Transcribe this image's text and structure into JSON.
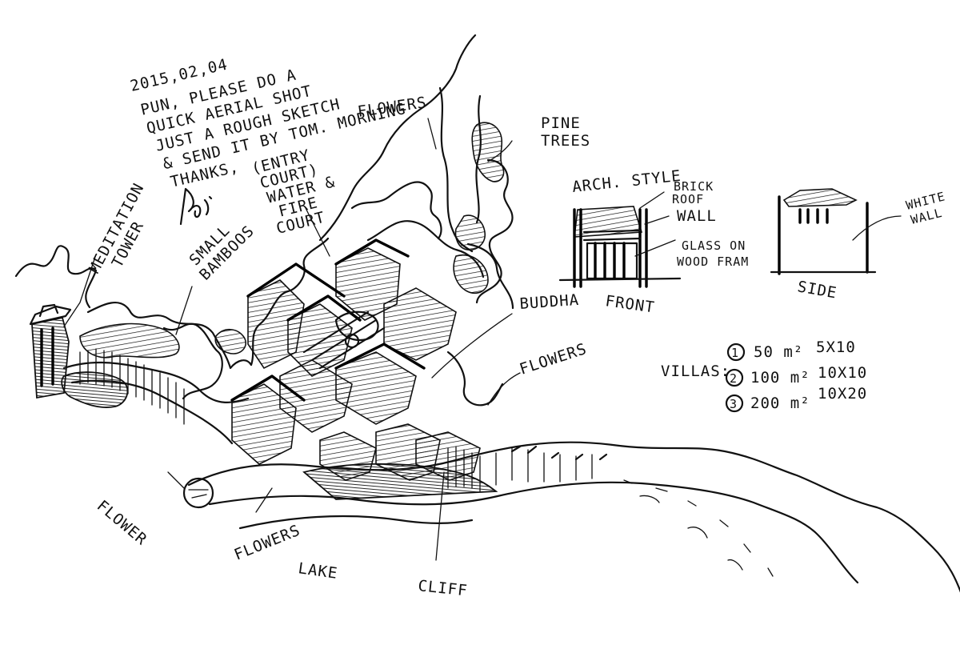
{
  "note": {
    "date": "2015,02,04",
    "lines": [
      "PUN, PLEASE DO A",
      "QUICK AERIAL SHOT",
      "JUST A ROUGH SKETCH",
      "& SEND IT BY TOM. MORNING",
      "THANKS,"
    ]
  },
  "labels": {
    "flowers_top": "FLOWERS",
    "pine_trees": [
      "PINE",
      "TREES"
    ],
    "entry_court": [
      "(ENTRY",
      "COURT)",
      "WATER &",
      "FIRE",
      "COURT"
    ],
    "meditation_tower": [
      "MEDITATION",
      "TOWER"
    ],
    "small_bamboos": [
      "SMALL",
      "BAMBOOS"
    ],
    "buddha": "BUDDHA",
    "flowers_right": "FLOWERS",
    "flower_left": "FLOWER",
    "flowers_bottom": "FLOWERS",
    "lake": "LAKE",
    "cliff": "CLIFF"
  },
  "arch_style": {
    "title": "ARCH. STYLE",
    "front_labels": [
      "BRICK",
      "ROOF",
      "WALL",
      "GLASS ON",
      "WOOD FRAM"
    ],
    "front_caption": "FRONT",
    "side_label": [
      "WHITE",
      "WALL"
    ],
    "side_caption": "SIDE"
  },
  "villas": {
    "label": "VILLAS:",
    "items": [
      {
        "num": "1",
        "area": "50 m²",
        "size": "5X10"
      },
      {
        "num": "2",
        "area": "100 m²",
        "size": "10X10"
      },
      {
        "num": "3",
        "area": "200 m²",
        "size": "10X20"
      }
    ]
  }
}
